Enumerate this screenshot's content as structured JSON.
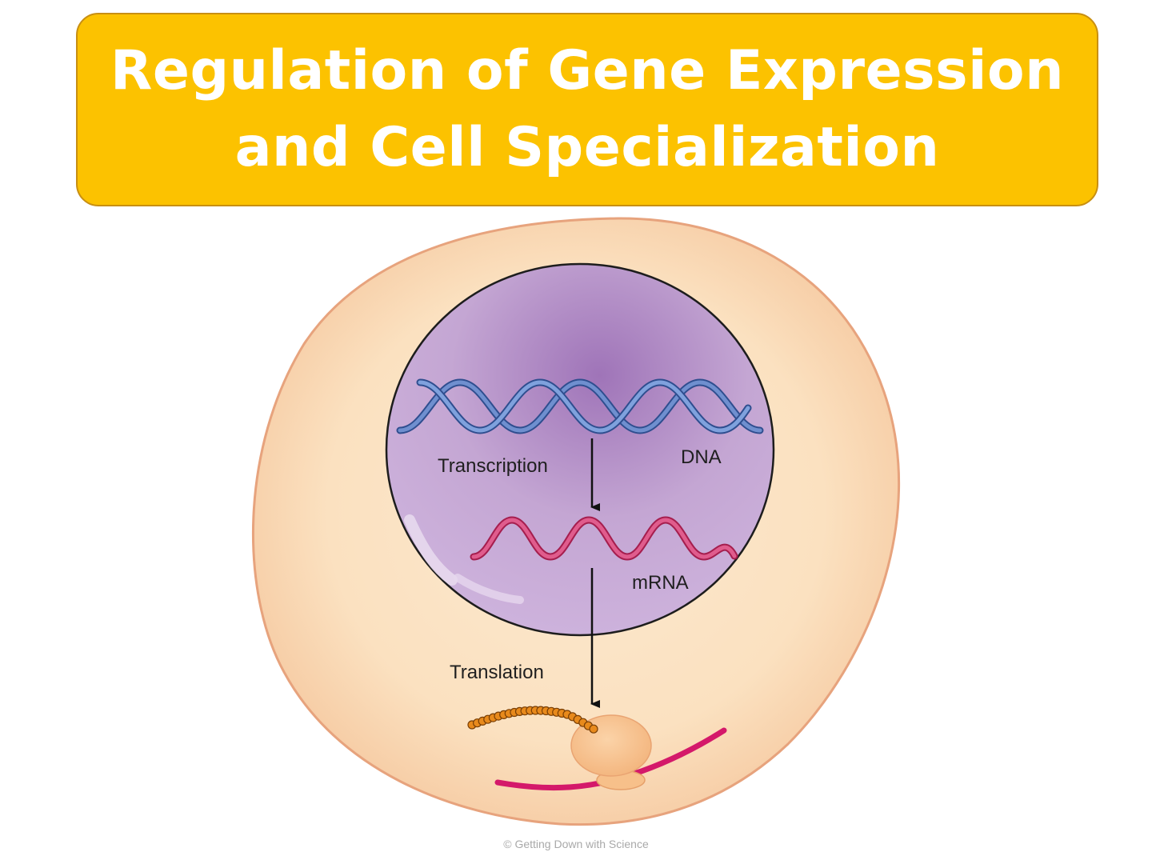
{
  "title": {
    "line1": "Regulation of Gene Expression",
    "line2": "and Cell Specialization"
  },
  "diagram": {
    "labels": {
      "transcription": "Transcription",
      "dna": "DNA",
      "mrna": "mRNA",
      "translation": "Translation"
    }
  },
  "footer": {
    "copyright": "© Getting Down with Science"
  },
  "colors": {
    "banner": "#fcc200",
    "cell_fill": "#fbe3c4",
    "nucleus_fill": "#b998c9",
    "dna_strand": "#4a6fb5",
    "mrna_strand": "#d93a72",
    "protein_beads": "#e88a1c",
    "ribosome": "#f8c48f"
  }
}
